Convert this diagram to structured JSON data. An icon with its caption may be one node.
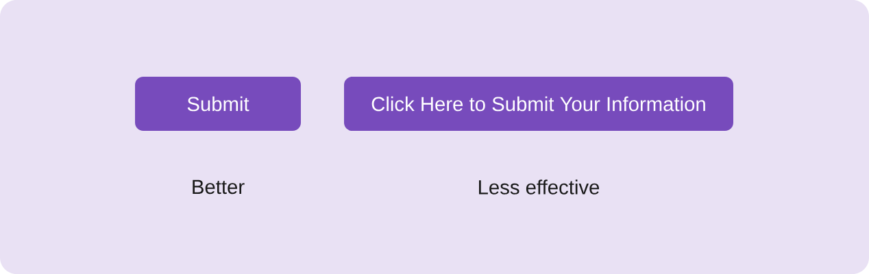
{
  "diagram": {
    "nodes": [
      {
        "text": [
          "Submit"
        ],
        "beside": [
          "Better"
        ]
      },
      {
        "text": [
          "Click Here to Submit Your Information"
        ],
        "beside": [
          "Less effective"
        ]
      }
    ]
  }
}
